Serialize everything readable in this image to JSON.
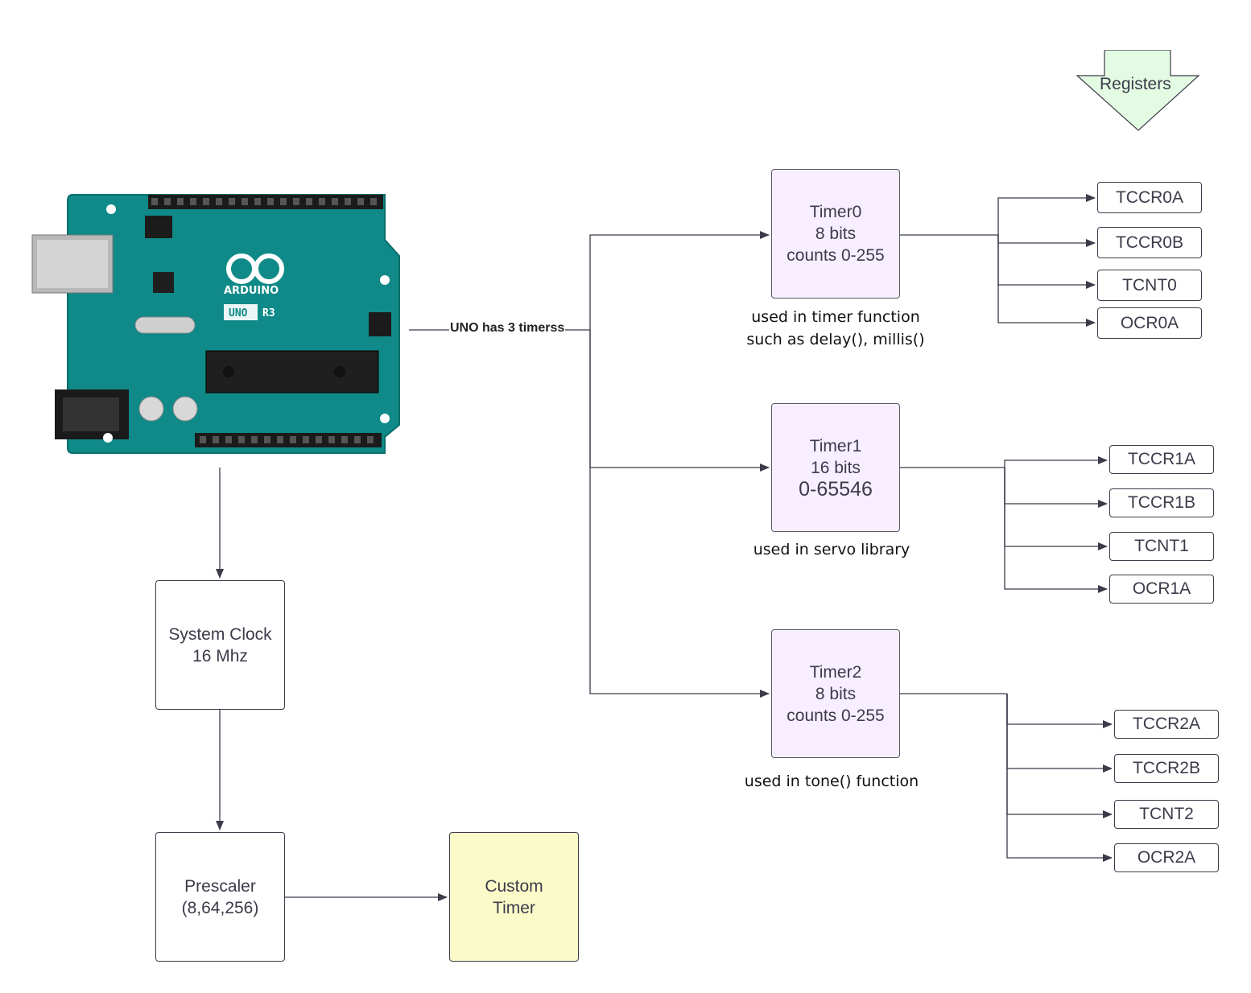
{
  "board": {
    "brand": "ARDUINO",
    "model": "UNO",
    "rev": "R3"
  },
  "banner": {
    "label": "Registers",
    "color": "#e3fbe3"
  },
  "connector_label": "UNO has 3 timerss",
  "system_clock": {
    "line1": "System Clock",
    "line2": "16 Mhz"
  },
  "prescaler": {
    "line1": "Prescaler",
    "line2": "(8,64,256)"
  },
  "custom_timer": {
    "line1": "Custom",
    "line2": "Timer",
    "color": "#fbfbca"
  },
  "timers": [
    {
      "title": "Timer0",
      "bits": "8 bits",
      "range": "counts 0-255",
      "note_line1": "used in timer function",
      "note_line2": "such as delay(), millis()",
      "registers": [
        "TCCR0A",
        "TCCR0B",
        "TCNT0",
        "OCR0A"
      ]
    },
    {
      "title": "Timer1",
      "bits": "16 bits",
      "range": "0-65546",
      "note_line1": "used in servo library",
      "note_line2": "",
      "registers": [
        "TCCR1A",
        "TCCR1B",
        "TCNT1",
        "OCR1A"
      ]
    },
    {
      "title": "Timer2",
      "bits": "8 bits",
      "range": "counts 0-255",
      "note_line1": "used in tone() function",
      "note_line2": "",
      "registers": [
        "TCCR2A",
        "TCCR2B",
        "TCNT2",
        "OCR2A"
      ]
    }
  ],
  "colors": {
    "timer_fill": "#f7eeff",
    "board_green": "#0f8a88"
  }
}
